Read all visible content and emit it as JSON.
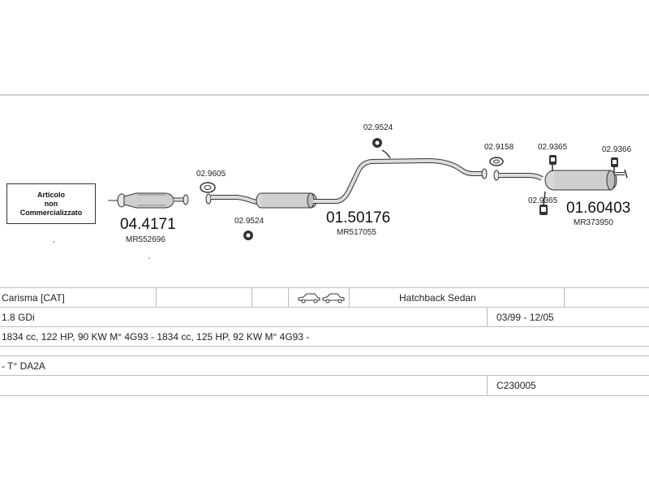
{
  "notice": {
    "line1": "Articolo",
    "line2": "non",
    "line3": "Commercializzato"
  },
  "parts": {
    "front_pipe": {
      "code": "04.4171",
      "oem": "MR552696"
    },
    "gasket_front": {
      "code": "02.9605"
    },
    "hanger_front": {
      "code": "02.9524"
    },
    "hanger_top": {
      "code": "02.9524"
    },
    "middle_silencer": {
      "code": "01.50176",
      "oem": "MR517055"
    },
    "gasket_rear": {
      "code": "02.9158"
    },
    "hanger_rear_a": {
      "code": "02.9365"
    },
    "hanger_rear_b": {
      "code": "02.9366"
    },
    "hanger_rear_c": {
      "code": "02.9365"
    },
    "rear_silencer": {
      "code": "01.60403",
      "oem": "MR373950"
    }
  },
  "vehicle": {
    "model": "Carisma  [CAT]",
    "body": "Hatchback Sedan",
    "engine": "1.8 GDi",
    "years": "03/99 - 12/05",
    "specs": "1834 cc, 122 HP, 90 KW M° 4G93 - 1834 cc, 125 HP, 92 KW M° 4G93 -",
    "type": "- T° DA2A",
    "catalog_code": "C230005"
  },
  "icons": {
    "car_icon_a": "hatchback-car-icon",
    "car_icon_b": "sedan-car-icon"
  }
}
